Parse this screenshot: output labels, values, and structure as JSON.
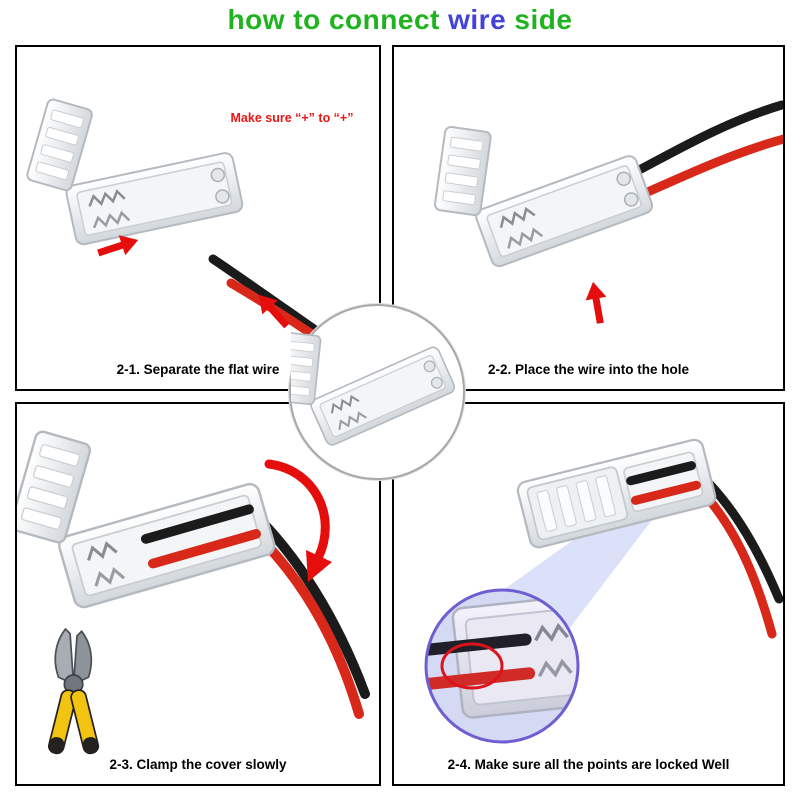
{
  "title": {
    "part1": "how to connect ",
    "highlight": "wire",
    "part3": " side"
  },
  "panels": [
    {
      "caption": "2-1. Separate the flat wire",
      "note": "Make sure “+” to “+”"
    },
    {
      "caption": "2-2. Place the wire into the hole"
    },
    {
      "caption": "2-3. Clamp the cover slowly"
    },
    {
      "caption": "2-4. Make sure all the points are locked Well"
    }
  ],
  "icons": {
    "arrow": "red-arrow-icon",
    "curved_arrow": "curved-arrow-icon",
    "pliers": "pliers-icon",
    "magnifier": "magnifier-circle"
  },
  "colors": {
    "title_green": "#1fb41f",
    "title_blue": "#4343d8",
    "note_red": "#e81616",
    "arrow_red": "#e60d0d",
    "wire_red": "#d8281a",
    "wire_black": "#1b1b1b",
    "magnifier_purple": "#6e5ed2",
    "panel_border": "#000000"
  }
}
